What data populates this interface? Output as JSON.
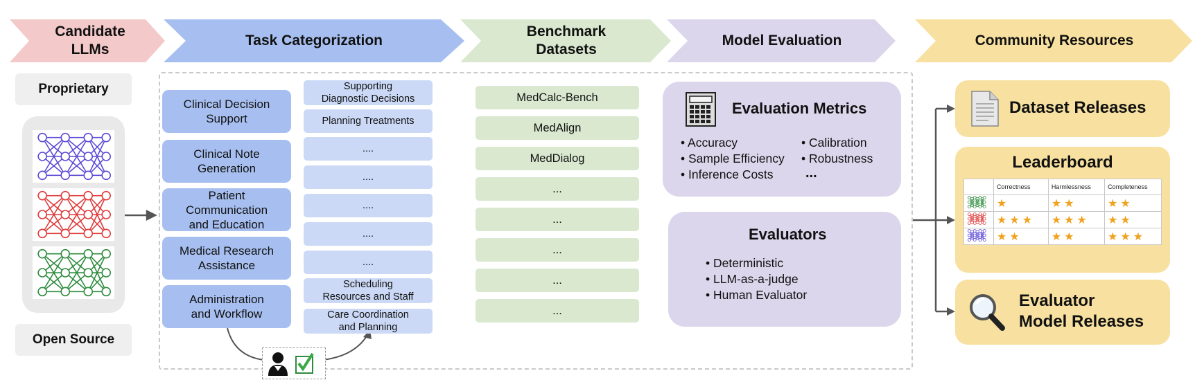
{
  "headers": {
    "candidate": "Candidate\nLLMs",
    "task": "Task Categorization",
    "benchmark": "Benchmark\nDatasets",
    "evaluation": "Model Evaluation",
    "community": "Community Resources"
  },
  "llms": {
    "proprietary": "Proprietary",
    "open_source": "Open Source",
    "net_colors": [
      "#5b4ad6",
      "#e03a3a",
      "#2e8b3d"
    ]
  },
  "categories": [
    "Clinical Decision\nSupport",
    "Clinical Note\nGeneration",
    "Patient\nCommunication\nand Education",
    "Medical Research\nAssistance",
    "Administration\nand Workflow"
  ],
  "subtasks": [
    "Supporting\nDiagnostic Decisions",
    "Planning Treatments",
    "....",
    "....",
    "....",
    "....",
    "....",
    "Scheduling\nResources and Staff",
    "Care Coordination\nand Planning"
  ],
  "benchmarks": [
    "MedCalc-Bench",
    "MedAlign",
    "MedDialog",
    "...",
    "...",
    "...",
    "...",
    "..."
  ],
  "metrics": {
    "title": "Evaluation Metrics",
    "col1": [
      "• Accuracy",
      "• Sample Efficiency",
      "• Inference Costs"
    ],
    "col2": [
      "• Calibration",
      "• Robustness",
      "..."
    ]
  },
  "evaluators": {
    "title": "Evaluators",
    "items": [
      "• Deterministic",
      "• LLM-as-a-judge",
      "• Human Evaluator"
    ]
  },
  "community": {
    "dataset_releases": "Dataset Releases",
    "leaderboard": "Leaderboard",
    "evaluator_releases": "Evaluator\nModel Releases",
    "columns": [
      "Correctness",
      "Harmlessness",
      "Completeness"
    ],
    "rows": [
      {
        "color": "#2e8b3d",
        "stars": [
          1,
          2,
          2
        ]
      },
      {
        "color": "#e03a3a",
        "stars": [
          3,
          3,
          2
        ]
      },
      {
        "color": "#5b4ad6",
        "stars": [
          2,
          2,
          3
        ]
      }
    ]
  },
  "colors": {
    "candidate": "#f3c9c9",
    "task": "#a7bff0",
    "benchmark": "#d9e8cf",
    "evaluation": "#dcd6ec",
    "community": "#f8e1a0",
    "star": "#f0a21e"
  }
}
